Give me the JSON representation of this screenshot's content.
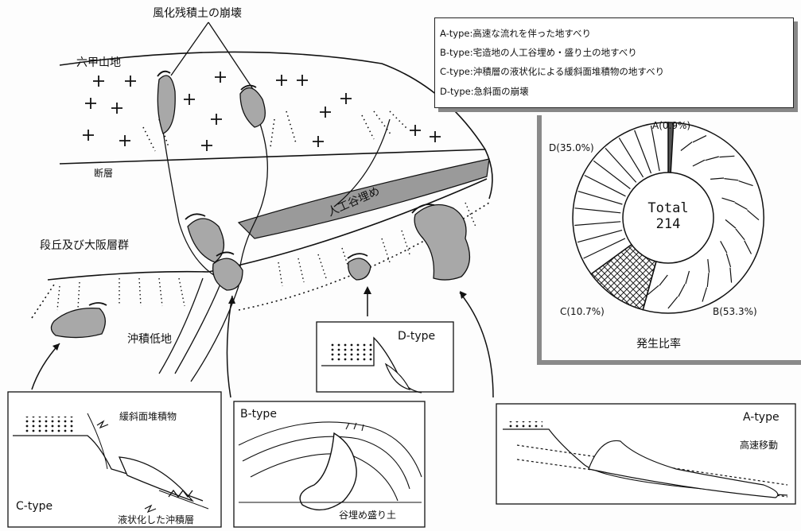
{
  "labels": {
    "weathered": "風化残積土の崩壊",
    "rokko": "六甲山地",
    "fault": "断層",
    "terrace": "段丘及び大阪層群",
    "alluvial": "沖積低地",
    "valley_fill": "人工谷埋め"
  },
  "legend": [
    "A-type:高速な流れを伴った地すべり",
    "B-type:宅造地の人工谷埋め・盛り土の地すべり",
    "C-type:沖積層の液状化による緩斜面堆積物の地すべり",
    "D-type:急斜面の崩壊"
  ],
  "chart_data": {
    "type": "pie",
    "title": "発生比率",
    "center_text": [
      "Total",
      "214"
    ],
    "slices": [
      {
        "label": "A(0.9%)",
        "category": "A",
        "value": 0.9
      },
      {
        "label": "B(53.3%)",
        "category": "B",
        "value": 53.3
      },
      {
        "label": "C(10.7%)",
        "category": "C",
        "value": 10.7
      },
      {
        "label": "D(35.0%)",
        "category": "D",
        "value": 35.0
      }
    ]
  },
  "insets": {
    "c": {
      "type": "C-type",
      "label1": "緩斜面堆積物",
      "label2": "液状化した沖積層"
    },
    "b": {
      "type": "B-type",
      "label1": "谷埋め盛り土"
    },
    "d": {
      "type": "D-type"
    },
    "a": {
      "type": "A-type",
      "label1": "高速移動"
    }
  }
}
